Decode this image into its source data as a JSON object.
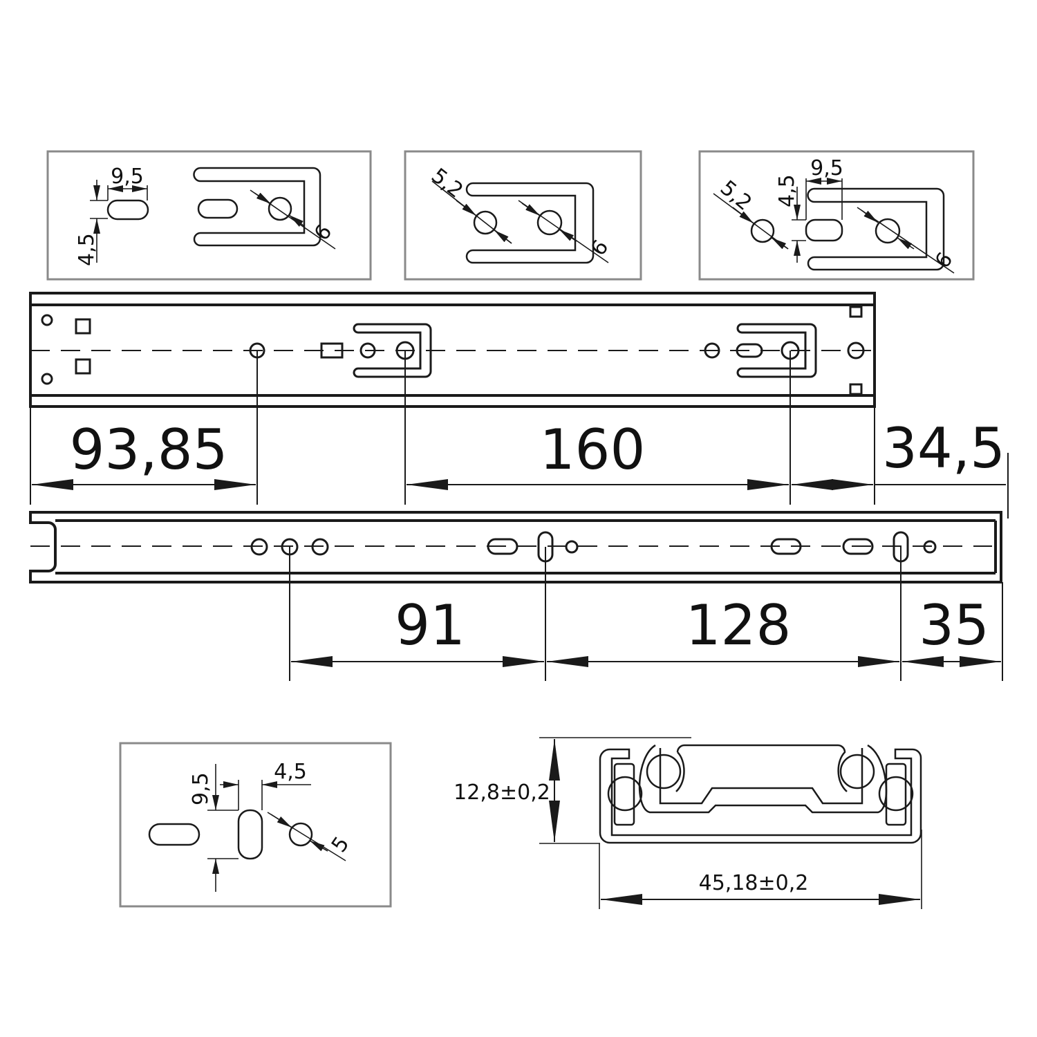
{
  "detail_views": {
    "a": {
      "slot_length": "9,5",
      "slot_width": "4,5",
      "hole_diameter": "6"
    },
    "b": {
      "hole_small": "5,2",
      "hole_diameter": "6"
    },
    "c": {
      "hole_small": "5,2",
      "slot_width": "4,5",
      "slot_length": "9,5",
      "hole_diameter": "6"
    },
    "d": {
      "slot_length": "9,5",
      "slot_width": "4,5",
      "hole_diameter": "5"
    }
  },
  "top_rail_dims": {
    "left": "93,85",
    "middle": "160",
    "right": "34,5"
  },
  "bottom_rail_dims": {
    "left": "91",
    "middle": "128",
    "right": "35"
  },
  "profile": {
    "height": "12,8±0,2",
    "width": "45,18±0,2"
  },
  "colors": {
    "line": "#1a1a1a",
    "frame": "#8a8a8a"
  }
}
